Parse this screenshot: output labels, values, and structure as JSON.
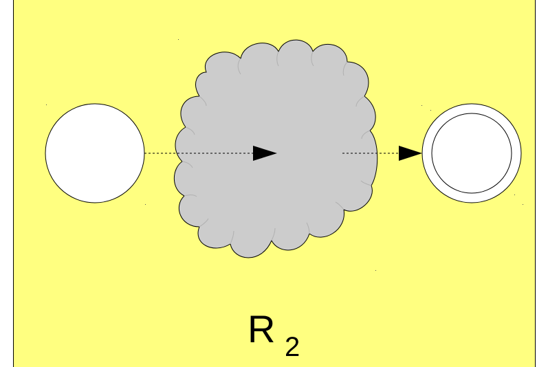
{
  "diagram": {
    "background_color": "#ffff80",
    "border_color": "#000000",
    "cloud_color": "#cccccc",
    "state_fill": "#ffffff",
    "stroke_color": "#000000",
    "label": {
      "main": "R",
      "subscript": "2"
    },
    "nodes": [
      {
        "id": "start-state",
        "kind": "state"
      },
      {
        "id": "regex-cloud",
        "kind": "cloud"
      },
      {
        "id": "accept-state",
        "kind": "accepting-state"
      }
    ],
    "edges": [
      {
        "from": "start-state",
        "to": "regex-cloud",
        "style": "dashed"
      },
      {
        "from": "regex-cloud",
        "to": "accept-state",
        "style": "dashed"
      }
    ]
  }
}
